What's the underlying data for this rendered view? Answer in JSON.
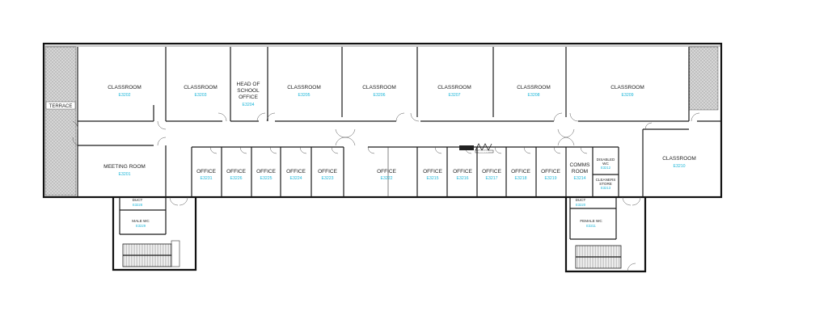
{
  "colors": {
    "wall": "#1a1a1a",
    "label": "#222222",
    "room_code": "#19b5d8",
    "hatch": "#9a9a9a"
  },
  "terrace": {
    "label": "TERRACE"
  },
  "rooms": {
    "classroom_e3202": {
      "name": "CLASSROOM",
      "code": "E3202"
    },
    "classroom_e3203": {
      "name": "CLASSROOM",
      "code": "E3203"
    },
    "head_office": {
      "name_lines": [
        "HEAD OF",
        "SCHOOL",
        "OFFICE"
      ],
      "code": "E3204"
    },
    "classroom_e3205": {
      "name": "CLASSROOM",
      "code": "E3205"
    },
    "classroom_e3206": {
      "name": "CLASSROOM",
      "code": "E3206"
    },
    "classroom_e3207": {
      "name": "CLASSROOM",
      "code": "E3207"
    },
    "classroom_e3208": {
      "name": "CLASSROOM",
      "code": "E3208"
    },
    "classroom_e3209": {
      "name": "CLASSROOM",
      "code": "E3209"
    },
    "classroom_e3210": {
      "name": "CLASSROOM",
      "code": "E3210"
    },
    "meeting_room": {
      "name": "MEETING ROOM",
      "code": "E3201"
    },
    "office_e3231": {
      "name": "OFFICE",
      "code": "E3231"
    },
    "office_e3226": {
      "name": "OFFICE",
      "code": "E3226"
    },
    "office_e3225": {
      "name": "OFFICE",
      "code": "E3225"
    },
    "office_e3224": {
      "name": "OFFICE",
      "code": "E3224"
    },
    "office_e3223": {
      "name": "OFFICE",
      "code": "E3223"
    },
    "office_e3222": {
      "name": "OFFICE",
      "code": "E3222"
    },
    "office_e3215": {
      "name": "OFFICE",
      "code": "E3215"
    },
    "office_e3216": {
      "name": "OFFICE",
      "code": "E3216"
    },
    "office_e3217": {
      "name": "OFFICE",
      "code": "E3217"
    },
    "office_e3218": {
      "name": "OFFICE",
      "code": "E3218"
    },
    "office_e3219": {
      "name": "OFFICE",
      "code": "E3219"
    },
    "comms_room": {
      "name_lines": [
        "COMMS",
        "ROOM"
      ],
      "code": "E3214"
    },
    "disabled_wc": {
      "name_lines": [
        "DISABLED",
        "WC"
      ],
      "code": "E3212"
    },
    "cleaners_store": {
      "name_lines": [
        "CLEANERS",
        "STORE"
      ],
      "code": "E3213"
    },
    "duct_left": {
      "name": "DUCT",
      "code": "E3228"
    },
    "male_wc": {
      "name": "MALE WC",
      "code": "E3229"
    },
    "duct_right": {
      "name": "DUCT",
      "code": "E3220"
    },
    "female_wc": {
      "name": "FEMALE WC",
      "code": "E3211"
    },
    "corridor_label": {
      "code": "E3230"
    }
  }
}
